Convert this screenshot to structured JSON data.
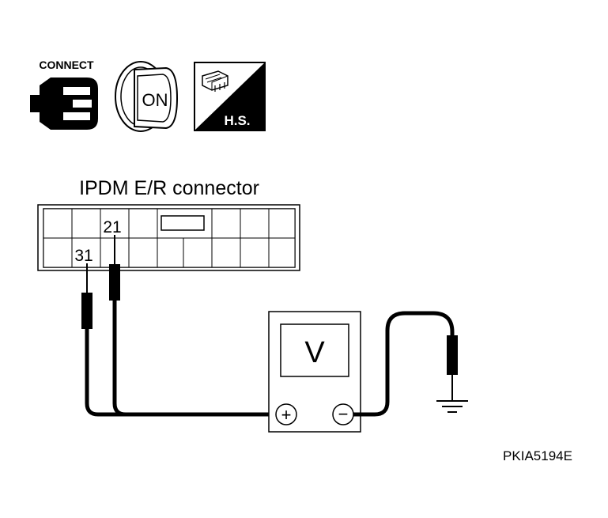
{
  "icons": {
    "connect": {
      "label": "CONNECT",
      "icon": "connector-plug-icon"
    },
    "ignition": {
      "label": "ON",
      "icon": "ignition-key-on-icon"
    },
    "harness": {
      "label": "H.S.",
      "icon": "harness-side-icon"
    }
  },
  "connector": {
    "title": "IPDM E/R connector",
    "pin_top": "21",
    "pin_bottom": "31"
  },
  "meter": {
    "label": "V",
    "plus": "+",
    "minus": "−"
  },
  "figure_id": "PKIA5194E"
}
